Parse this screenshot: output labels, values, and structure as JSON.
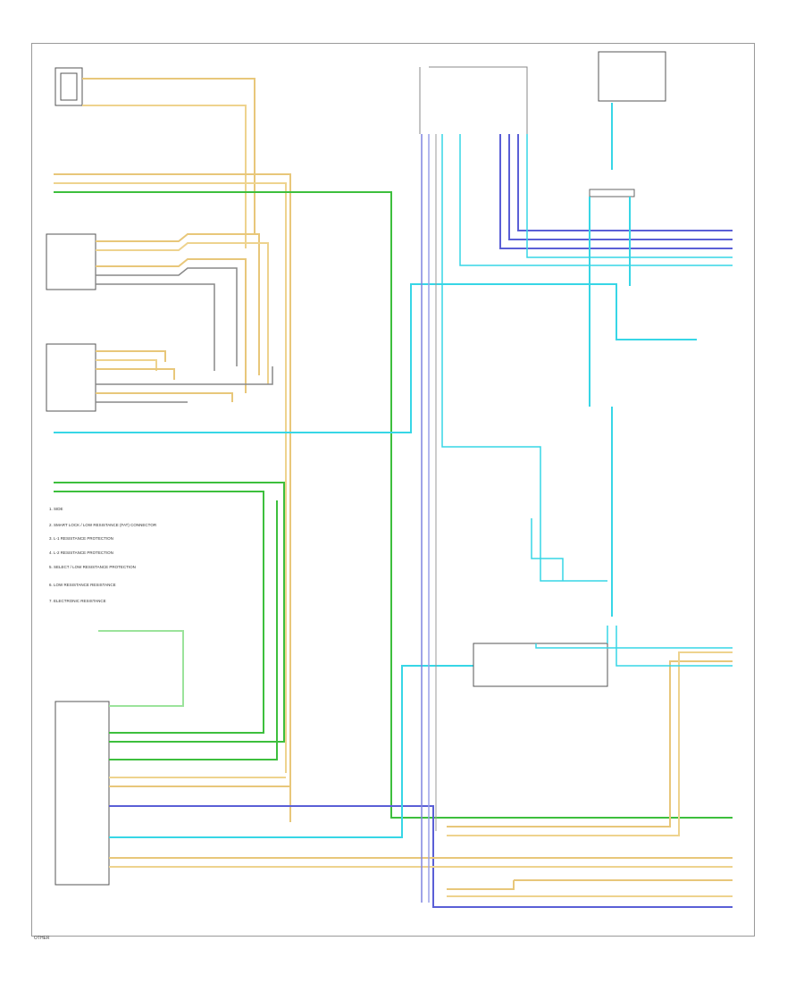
{
  "diagram": {
    "title": "",
    "colors": {
      "tan": "#e8c77a",
      "pink_tan": "#eed38e",
      "green": "#3dbf3d",
      "lightgreen": "#9be39b",
      "cyan": "#37d6e6",
      "blue": "#5a5fd6",
      "gray": "#555555"
    },
    "notes": [
      "1. SIDE",
      "2. SMART LOCK / LOW RESISTANCE (FAT) CONNECTOR",
      "3. L-1 RESISTANCE PROTECTION",
      "4. L-2 RESISTANCE PROTECTION",
      "5. SELECT / LOW RESISTANCE PROTECTION",
      "6. LOW RESISTANCE RESISTANCE",
      "7. ELECTRONIC RESISTANCE"
    ],
    "footer": "OTHER"
  }
}
